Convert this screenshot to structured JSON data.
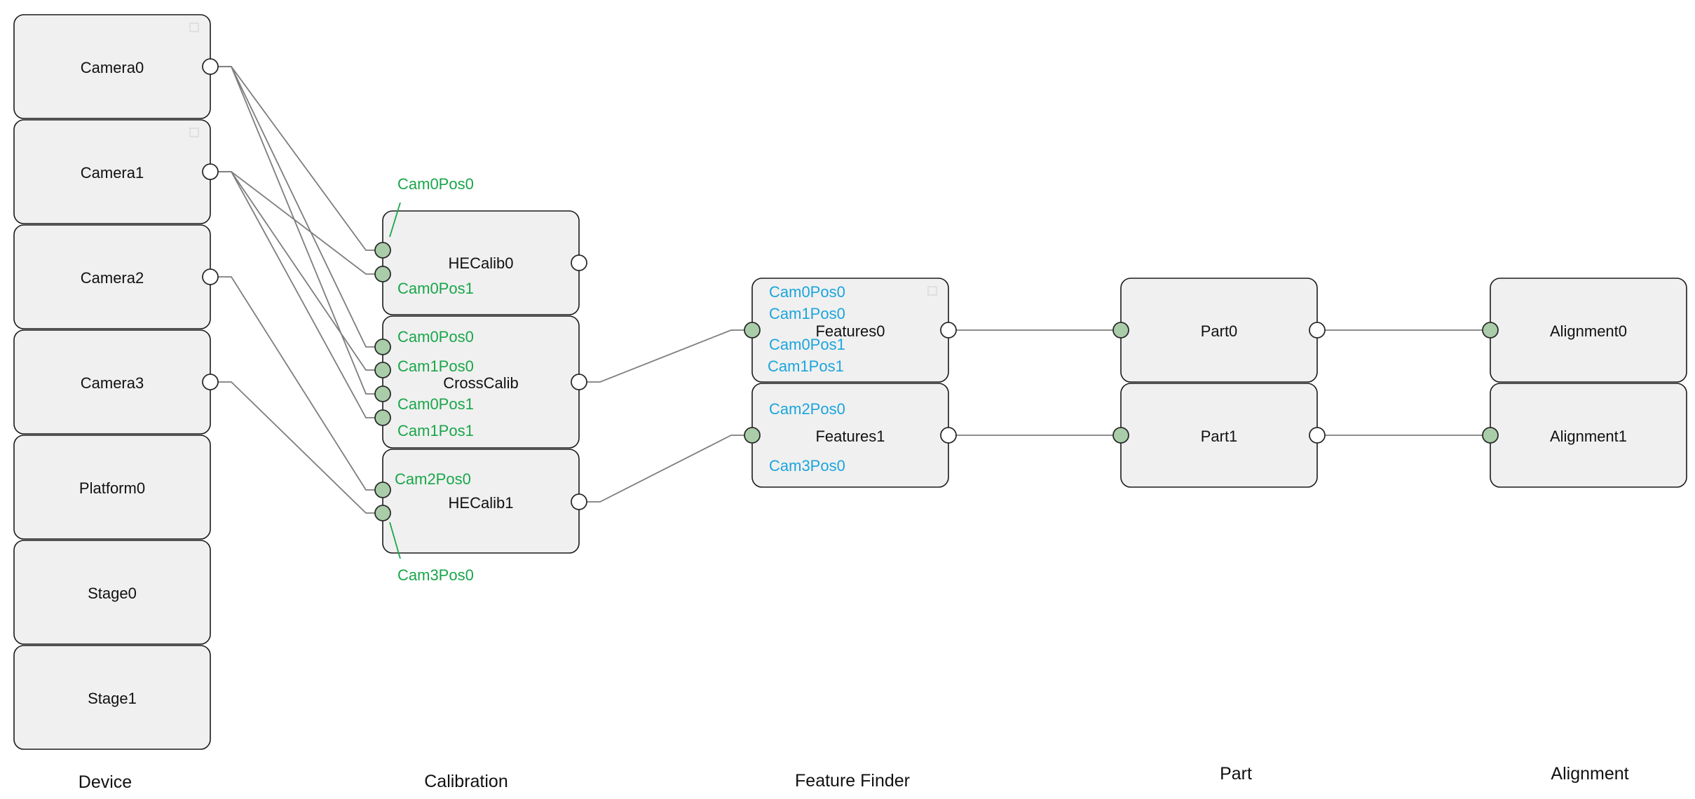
{
  "colors": {
    "calibration_pin": "#19a64a",
    "feature_pin": "#1ba5dc",
    "input_port": "#a9cda9",
    "output_port": "#ffffff",
    "node_fill": "#f0f0f0",
    "edge": "#7d7d7d"
  },
  "columns": [
    {
      "id": "device",
      "label": "Device"
    },
    {
      "id": "calibration",
      "label": "Calibration"
    },
    {
      "id": "feature_finder",
      "label": "Feature Finder"
    },
    {
      "id": "part",
      "label": "Part"
    },
    {
      "id": "alignment",
      "label": "Alignment"
    }
  ],
  "nodes": [
    {
      "id": "camera0",
      "label": "Camera0",
      "column": "device",
      "inputs": [],
      "has_output": true
    },
    {
      "id": "camera1",
      "label": "Camera1",
      "column": "device",
      "inputs": [],
      "has_output": true
    },
    {
      "id": "camera2",
      "label": "Camera2",
      "column": "device",
      "inputs": [],
      "has_output": true
    },
    {
      "id": "camera3",
      "label": "Camera3",
      "column": "device",
      "inputs": [],
      "has_output": true
    },
    {
      "id": "platform0",
      "label": "Platform0",
      "column": "device",
      "inputs": [],
      "has_output": false
    },
    {
      "id": "stage0",
      "label": "Stage0",
      "column": "device",
      "inputs": [],
      "has_output": false
    },
    {
      "id": "stage1",
      "label": "Stage1",
      "column": "device",
      "inputs": [],
      "has_output": false
    },
    {
      "id": "hecalib0",
      "label": "HECalib0",
      "column": "calibration",
      "inputs": [
        "Cam0Pos0",
        "Cam0Pos1"
      ],
      "has_output": true
    },
    {
      "id": "crosscalib",
      "label": "CrossCalib",
      "column": "calibration",
      "inputs": [
        "Cam0Pos0",
        "Cam1Pos0",
        "Cam0Pos1",
        "Cam1Pos1"
      ],
      "has_output": true
    },
    {
      "id": "hecalib1",
      "label": "HECalib1",
      "column": "calibration",
      "inputs": [
        "Cam2Pos0",
        "Cam3Pos0"
      ],
      "has_output": true
    },
    {
      "id": "features0",
      "label": "Features0",
      "column": "feature_finder",
      "inputs": [
        "in"
      ],
      "has_output": true,
      "tags": [
        "Cam0Pos0",
        "Cam1Pos0",
        "Cam0Pos1",
        "Cam1Pos1"
      ]
    },
    {
      "id": "features1",
      "label": "Features1",
      "column": "feature_finder",
      "inputs": [
        "in"
      ],
      "has_output": true,
      "tags": [
        "Cam2Pos0",
        "Cam3Pos0"
      ]
    },
    {
      "id": "part0",
      "label": "Part0",
      "column": "part",
      "inputs": [
        "in"
      ],
      "has_output": true
    },
    {
      "id": "part1",
      "label": "Part1",
      "column": "part",
      "inputs": [
        "in"
      ],
      "has_output": true
    },
    {
      "id": "alignment0",
      "label": "Alignment0",
      "column": "alignment",
      "inputs": [
        "in"
      ],
      "has_output": false
    },
    {
      "id": "alignment1",
      "label": "Alignment1",
      "column": "alignment",
      "inputs": [
        "in"
      ],
      "has_output": false
    }
  ],
  "connections": [
    {
      "from": "camera0",
      "to": "hecalib0",
      "input": 0
    },
    {
      "from": "camera0",
      "to": "crosscalib",
      "input": 0
    },
    {
      "from": "camera0",
      "to": "crosscalib",
      "input": 2
    },
    {
      "from": "camera1",
      "to": "hecalib0",
      "input": 1
    },
    {
      "from": "camera1",
      "to": "crosscalib",
      "input": 1
    },
    {
      "from": "camera1",
      "to": "crosscalib",
      "input": 3
    },
    {
      "from": "camera2",
      "to": "hecalib1",
      "input": 0
    },
    {
      "from": "camera3",
      "to": "hecalib1",
      "input": 1
    },
    {
      "from": "crosscalib",
      "to": "features0",
      "input": 0
    },
    {
      "from": "hecalib1",
      "to": "features1",
      "input": 0
    },
    {
      "from": "features0",
      "to": "part0",
      "input": 0
    },
    {
      "from": "features1",
      "to": "part1",
      "input": 0
    },
    {
      "from": "part0",
      "to": "alignment0",
      "input": 0
    },
    {
      "from": "part1",
      "to": "alignment1",
      "input": 0
    }
  ]
}
